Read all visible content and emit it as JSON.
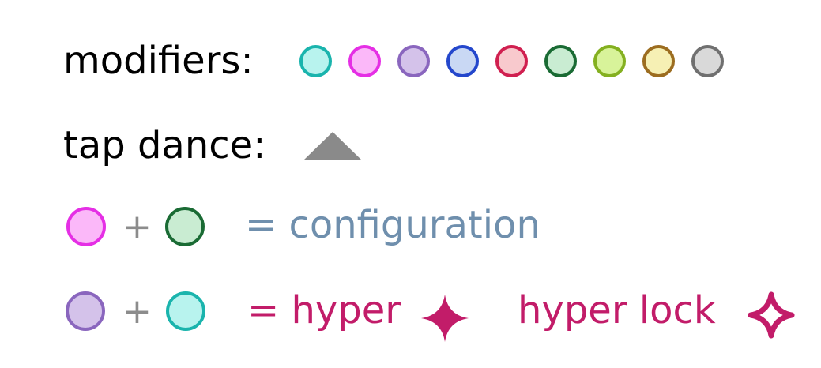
{
  "legend": {
    "modifiers_label": "modifiers:",
    "tap_dance_label": "tap dance:",
    "modifier_swatches": [
      {
        "fill": "#b8f3ee",
        "stroke": "#1ab4ad"
      },
      {
        "fill": "#fbb8f9",
        "stroke": "#e52fe5"
      },
      {
        "fill": "#d4c2ea",
        "stroke": "#8a66be"
      },
      {
        "fill": "#c9d8f4",
        "stroke": "#2447cc"
      },
      {
        "fill": "#f8c9cd",
        "stroke": "#d02050"
      },
      {
        "fill": "#c9ecd2",
        "stroke": "#1a6b34"
      },
      {
        "fill": "#d8f39a",
        "stroke": "#84b020"
      },
      {
        "fill": "#f6f0b4",
        "stroke": "#9c6d20"
      },
      {
        "fill": "#d9d9d9",
        "stroke": "#707070"
      }
    ],
    "tap_dance_color": "#8a8a8a",
    "config_combo": {
      "left": {
        "fill": "#fbb8f9",
        "stroke": "#e52fe5"
      },
      "right": {
        "fill": "#c9ecd2",
        "stroke": "#1a6b34"
      },
      "plus": "+",
      "result": "= configuration",
      "result_color": "#6f8fad"
    },
    "hyper_combo": {
      "left": {
        "fill": "#d4c2ea",
        "stroke": "#8a66be"
      },
      "right": {
        "fill": "#b8f3ee",
        "stroke": "#1ab4ad"
      },
      "plus": "+",
      "result": "= hyper",
      "hyper_lock": "hyper lock",
      "color": "#c21c69",
      "hyper_icon": "four-point-star-solid-icon",
      "hyper_lock_icon": "four-point-star-outline-icon"
    }
  }
}
